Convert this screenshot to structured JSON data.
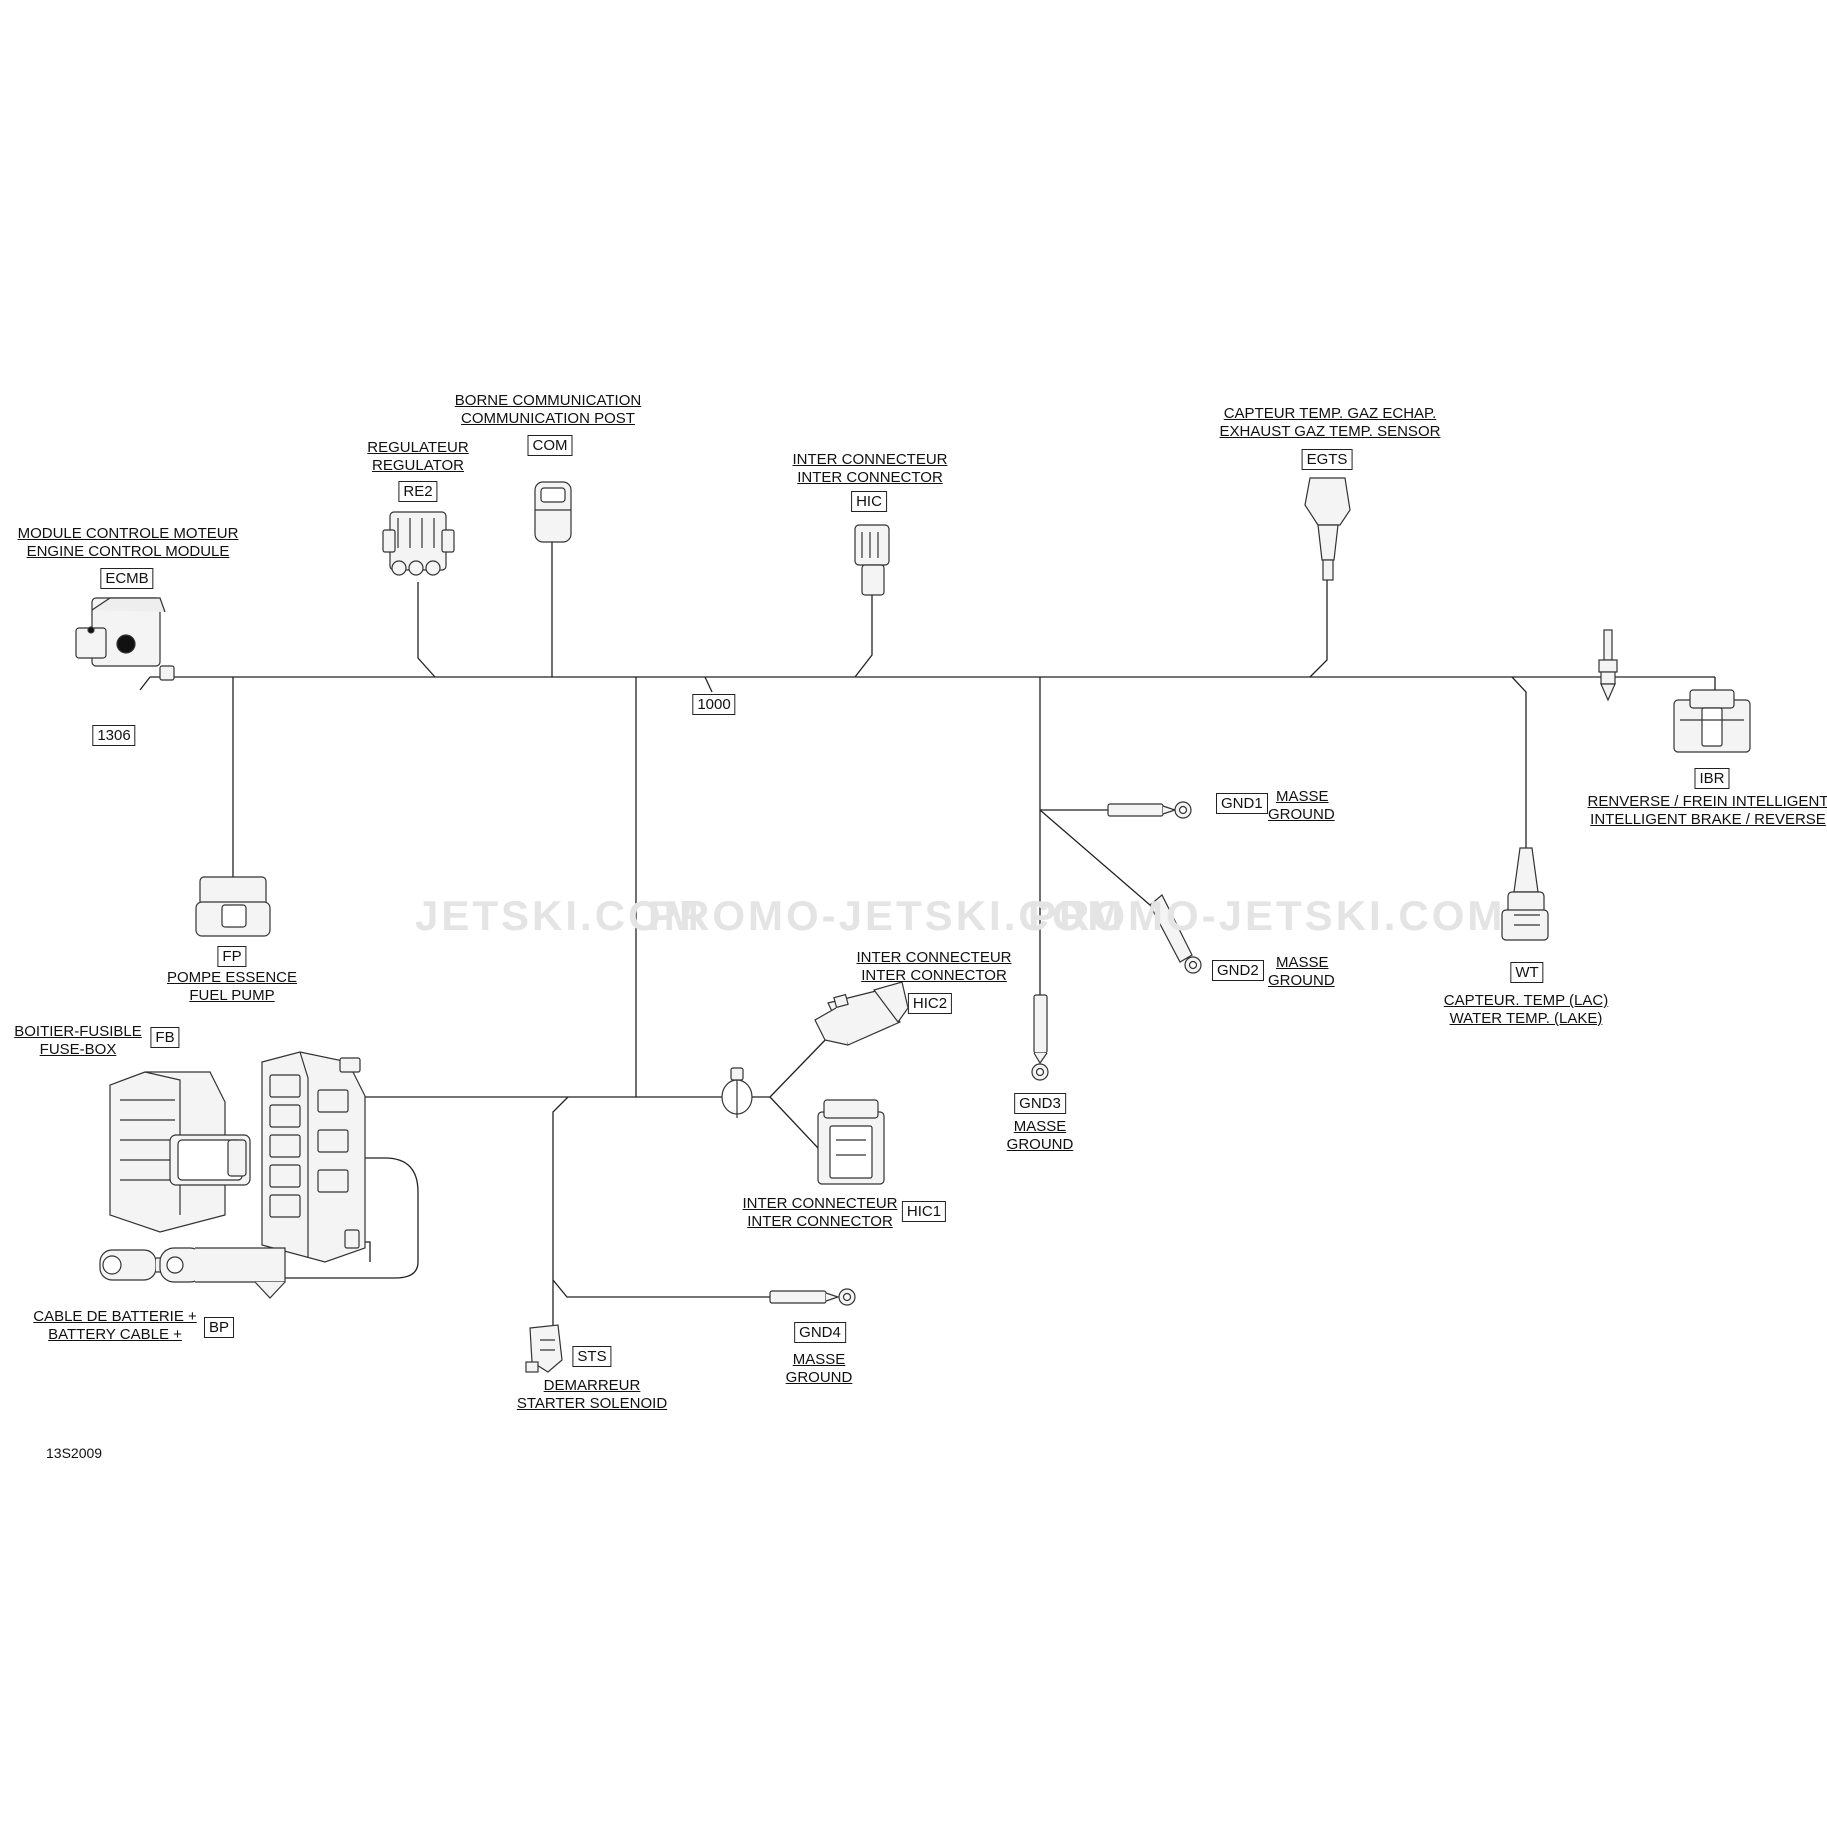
{
  "figure_id": "13S2009",
  "watermarks": [
    "JETSKI.COM",
    "PROMO-JETSKI.COM",
    "PROMO-JETSKI.COM"
  ],
  "components": {
    "ecmb": {
      "line1": "MODULE CONTROLE MOTEUR",
      "line2": "ENGINE CONTROL MODULE",
      "code": "ECMB"
    },
    "re2": {
      "line1": "REGULATEUR",
      "line2": "REGULATOR",
      "code": "RE2"
    },
    "com": {
      "line1": "BORNE COMMUNICATION",
      "line2": "COMMUNICATION POST",
      "code": "COM"
    },
    "hic": {
      "line1": "INTER CONNECTEUR",
      "line2": "INTER CONNECTOR",
      "code": "HIC"
    },
    "egts": {
      "line1": "CAPTEUR TEMP. GAZ ECHAP.",
      "line2": "EXHAUST GAZ TEMP. SENSOR",
      "code": "EGTS"
    },
    "ibr": {
      "line1": "RENVERSE / FREIN INTELLIGENT",
      "line2": "INTELLIGENT BRAKE / REVERSE",
      "code": "IBR"
    },
    "fp": {
      "line1": "POMPE ESSENCE",
      "line2": "FUEL PUMP",
      "code": "FP"
    },
    "fb": {
      "line1": "BOITIER-FUSIBLE",
      "line2": "FUSE-BOX",
      "code": "FB"
    },
    "bp": {
      "line1": "CABLE DE BATTERIE +",
      "line2": "BATTERY CABLE +",
      "code": "BP"
    },
    "sts": {
      "line1": "DEMARREUR",
      "line2": "STARTER SOLENOID",
      "code": "STS"
    },
    "hic2": {
      "line1": "INTER CONNECTEUR",
      "line2": "INTER CONNECTOR",
      "code": "HIC2"
    },
    "hic1": {
      "line1": "INTER CONNECTEUR",
      "line2": "INTER CONNECTOR",
      "code": "HIC1"
    },
    "gnd1": {
      "line1": "MASSE",
      "line2": "GROUND",
      "code": "GND1"
    },
    "gnd2": {
      "line1": "MASSE",
      "line2": "GROUND",
      "code": "GND2"
    },
    "gnd3": {
      "line1": "MASSE",
      "line2": "GROUND",
      "code": "GND3"
    },
    "gnd4": {
      "line1": "MASSE",
      "line2": "GROUND",
      "code": "GND4"
    },
    "wt": {
      "line1": "CAPTEUR. TEMP (LAC)",
      "line2": "WATER TEMP. (LAKE)",
      "code": "WT"
    }
  },
  "harness_refs": {
    "main": "1000",
    "ecm_branch": "1306"
  }
}
